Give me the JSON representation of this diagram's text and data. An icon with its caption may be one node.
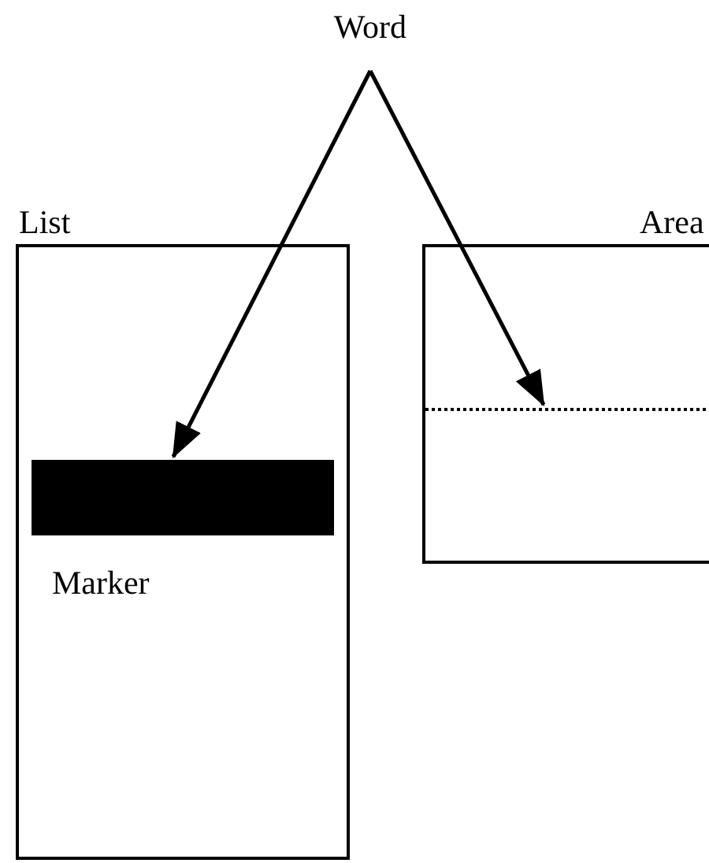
{
  "diagram": {
    "nodes": [
      {
        "text": [
          "Word"
        ]
      },
      {
        "text": [
          "List"
        ]
      },
      {
        "text": [],
        "shape": "bar",
        "in": 1,
        "beside": [
          "Marker"
        ]
      },
      {
        "text": [
          "Area"
        ]
      },
      {
        "text": [],
        "shape": "box",
        "in": 3
      }
    ],
    "edges": [
      {
        "from": 0,
        "to": 2,
        "arrow": "to"
      },
      {
        "from": 0,
        "to": 4,
        "arrow": "to"
      }
    ]
  }
}
